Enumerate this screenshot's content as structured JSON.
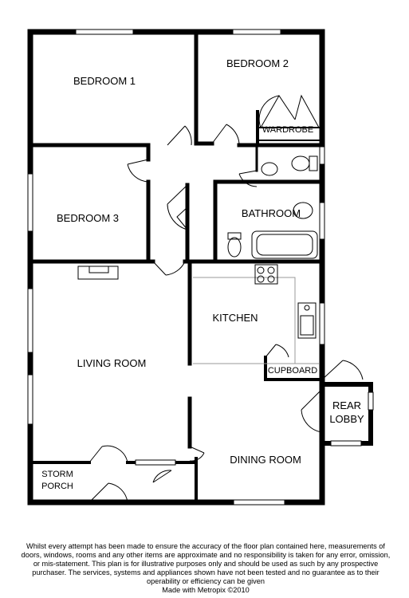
{
  "rooms": {
    "bedroom1": "BEDROOM 1",
    "bedroom2": "BEDROOM 2",
    "wardrobe": "WARDROBE",
    "bedroom3": "BEDROOM 3",
    "bathroom": "BATHROOM",
    "kitchen": "KITCHEN",
    "cupboard": "CUPBOARD",
    "living_room": "LIVING ROOM",
    "rear_lobby_line1": "REAR",
    "rear_lobby_line2": "LOBBY",
    "dining_room": "DINING ROOM",
    "storm_porch_line1": "STORM",
    "storm_porch_line2": "PORCH"
  },
  "disclaimer": {
    "text": "Whilst every attempt has been made to ensure the accuracy of the floor plan contained here, measurements of doors, windows, rooms and any other items are approximate and no responsibility is taken for any error, omission, or mis-statement. This plan is for illustrative purposes only and should be used as such by any prospective purchaser. The services, systems and appliances shown have not been tested and no guarantee as to their operability or efficiency can be given",
    "credit": "Made with Metropix ©2010"
  }
}
